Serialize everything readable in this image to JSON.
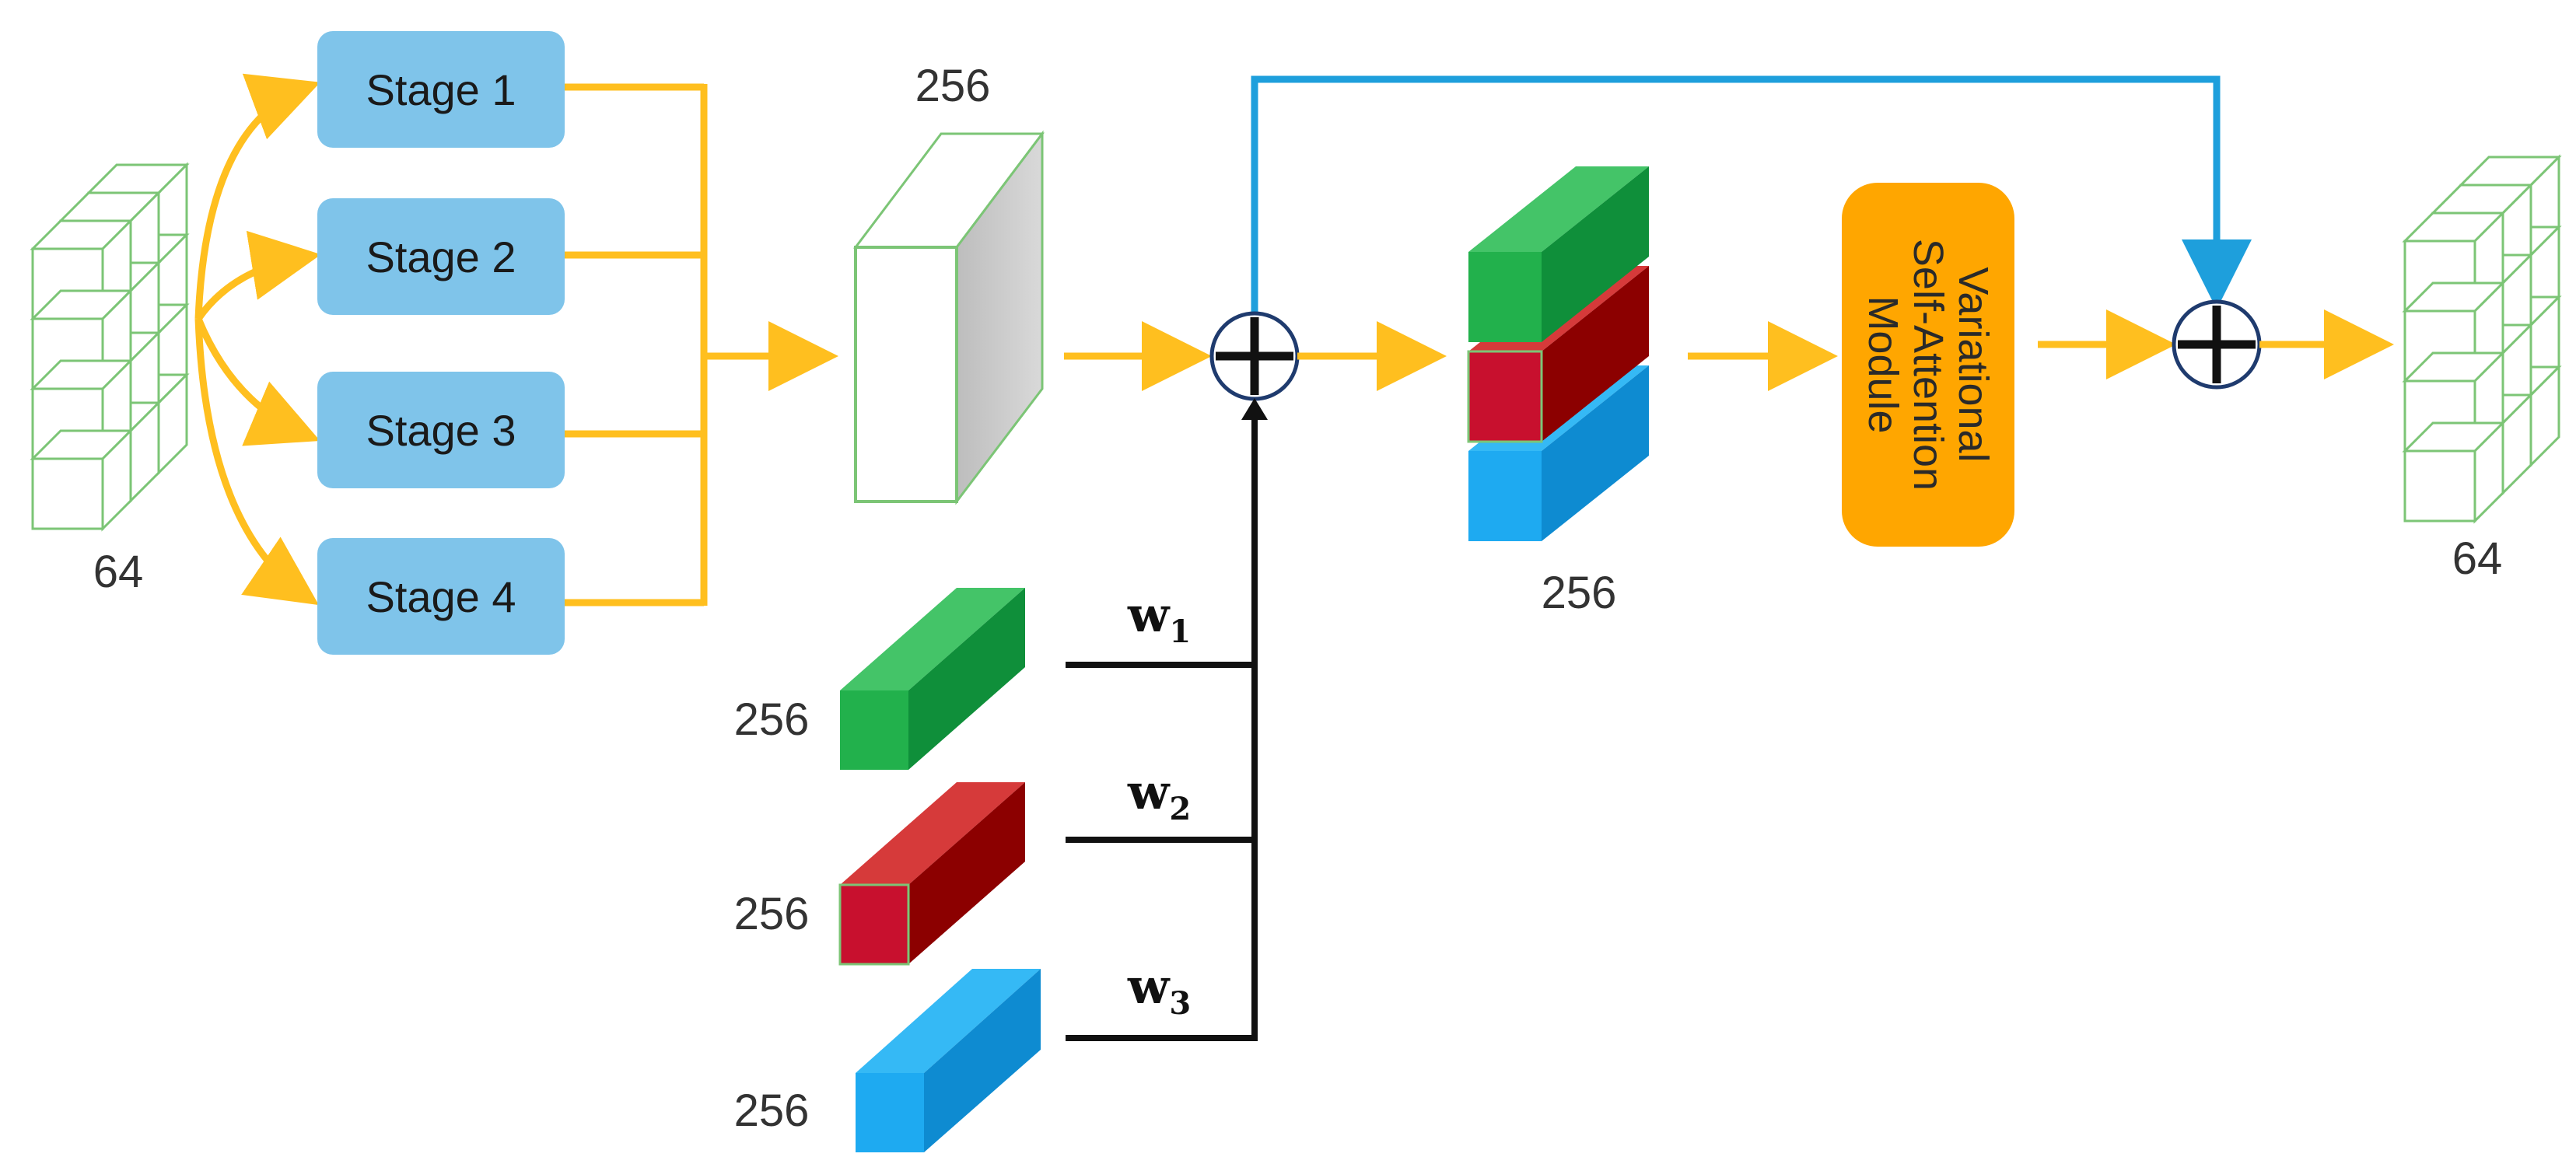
{
  "input": {
    "label": "64"
  },
  "output": {
    "label": "64"
  },
  "stages": [
    {
      "label": "Stage 1"
    },
    {
      "label": "Stage 2"
    },
    {
      "label": "Stage 3"
    },
    {
      "label": "Stage 4"
    }
  ],
  "concat_block": {
    "label": "256"
  },
  "weighted_features": [
    {
      "dim_label": "256",
      "weight_base": "w",
      "weight_sub": "1",
      "color": "#22b14c"
    },
    {
      "dim_label": "256",
      "weight_base": "w",
      "weight_sub": "2",
      "color": "#c8102e"
    },
    {
      "dim_label": "256",
      "weight_base": "w",
      "weight_sub": "3",
      "color": "#1eaaf1"
    }
  ],
  "stacked_block": {
    "label": "256"
  },
  "attention_module": {
    "lines": [
      "Variational",
      "Self-Attention",
      "Module"
    ],
    "color": "#ffa600"
  },
  "colors": {
    "arrow": "#ffbf1f",
    "skip": "#1e9fdc",
    "stage_fill": "#7fc4ea",
    "cube_edge": "#7cc576"
  }
}
